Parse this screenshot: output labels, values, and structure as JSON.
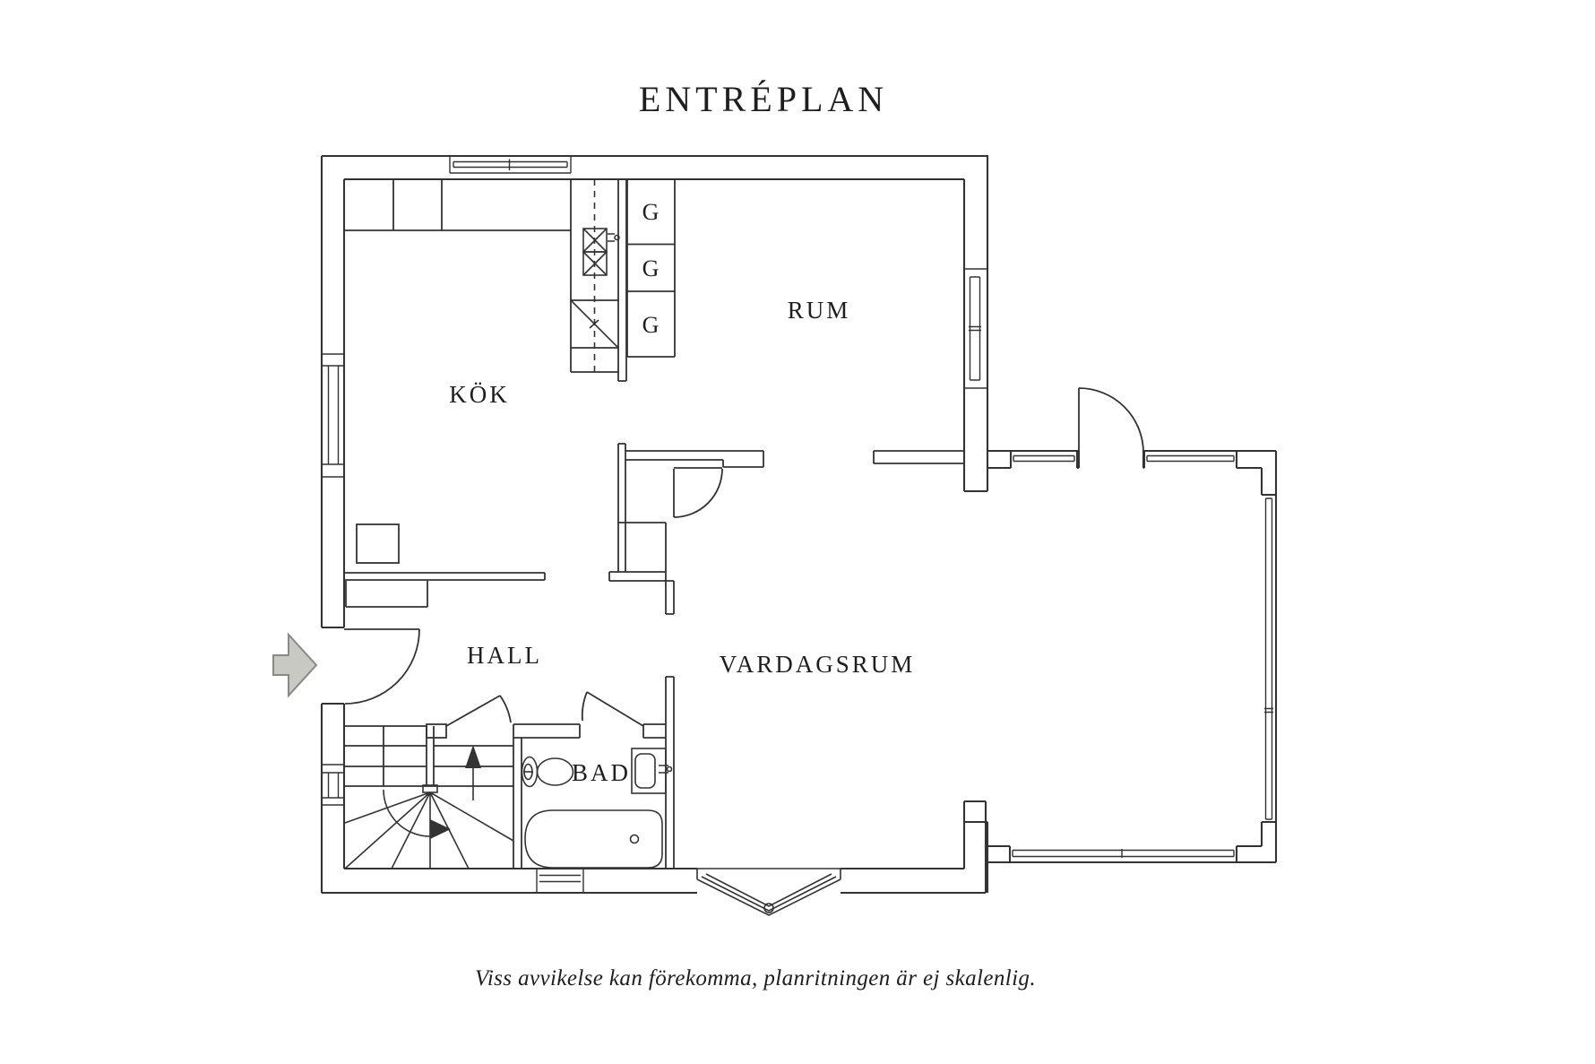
{
  "title": "ENTRÉPLAN",
  "rooms": {
    "kitchen": "KÖK",
    "room": "RUM",
    "hall": "HALL",
    "living_room": "VARDAGSRUM",
    "bathroom": "BAD"
  },
  "closets": {
    "label": "G"
  },
  "footnote": "Viss avvikelse kan förekomma, planritningen är ej skalenlig.",
  "colors": {
    "background": "#ffffff",
    "line": "#333333",
    "text": "#1e1e1e",
    "arrow_fill": "#c9c9c4",
    "arrow_stroke": "#8a8a84"
  }
}
